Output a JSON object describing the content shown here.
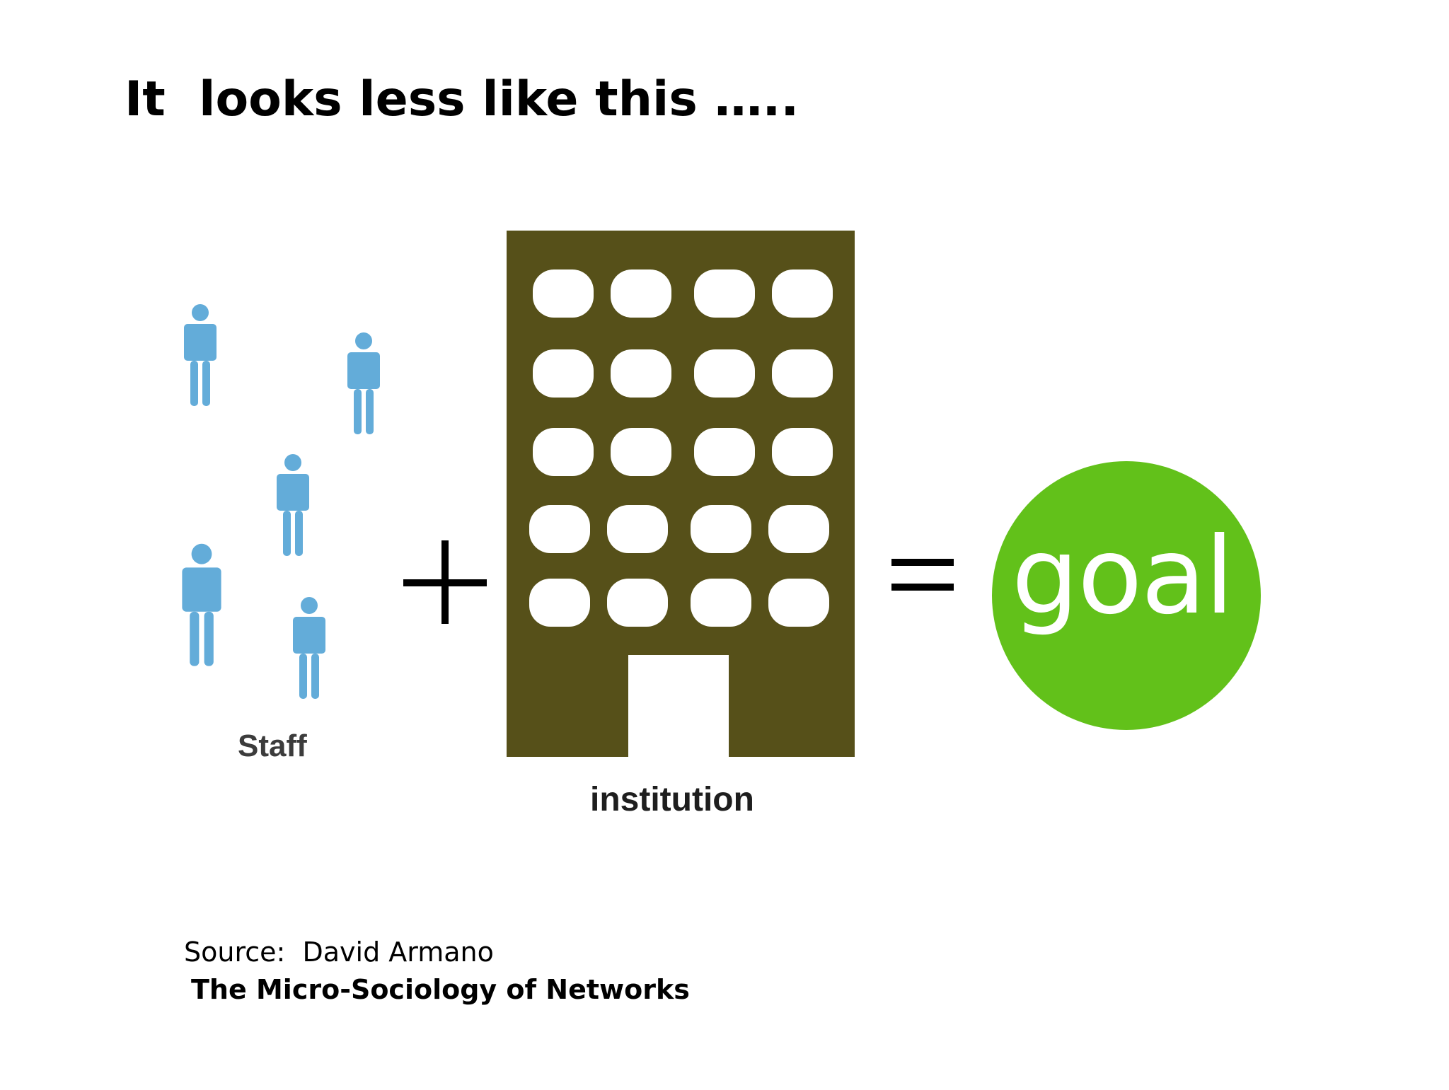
{
  "slide": {
    "title": "It  looks less like this ….."
  },
  "diagram": {
    "staff_label": "Staff",
    "institution_label": "institution",
    "goal_text": "goal",
    "operator_plus": "+",
    "operator_equals": "=",
    "colors": {
      "person": "#63acd9",
      "building": "#565019",
      "window": "#ffffff",
      "goal": "#62c11a",
      "operator": "#000000"
    }
  },
  "source": {
    "line": "Source:  David Armano",
    "title": "The Micro-Sociology of Networks"
  }
}
